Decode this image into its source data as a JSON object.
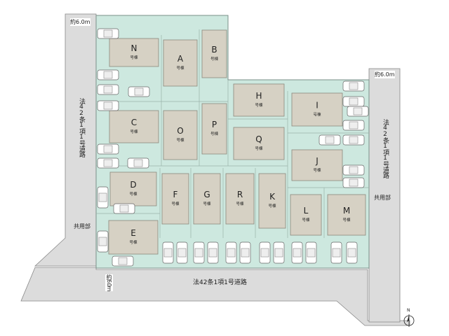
{
  "roads": {
    "left": "法42条1項1号道路",
    "right": "法42条1項1号道路",
    "bottom": "法42条1項1号道路"
  },
  "widths": {
    "top_left": "約6.0m",
    "top_right": "約6.0m",
    "bottom_left": "約6.0m"
  },
  "common_areas": {
    "left": "共用部",
    "right": "共用部"
  },
  "suffix": "号棟",
  "north_label": "N",
  "lots": [
    {
      "letter": "N"
    },
    {
      "letter": "A"
    },
    {
      "letter": "B"
    },
    {
      "letter": "C"
    },
    {
      "letter": "O"
    },
    {
      "letter": "P"
    },
    {
      "letter": "H"
    },
    {
      "letter": "I"
    },
    {
      "letter": "Q"
    },
    {
      "letter": "J"
    },
    {
      "letter": "D"
    },
    {
      "letter": "F"
    },
    {
      "letter": "G"
    },
    {
      "letter": "R"
    },
    {
      "letter": "K"
    },
    {
      "letter": "L"
    },
    {
      "letter": "M"
    },
    {
      "letter": "E"
    }
  ],
  "colors": {
    "site": "#cde8df",
    "site_stroke": "#7a8f88",
    "road": "#dcdcdc",
    "building": "#d6d1c4",
    "building_stroke": "#8c877c",
    "car": "#ffffff"
  }
}
